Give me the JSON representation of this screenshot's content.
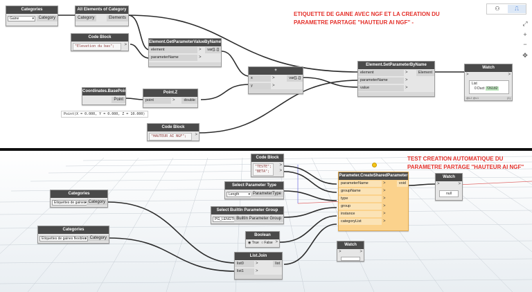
{
  "top": {
    "title_line1": "ETIQUETTE DE GAINE AVEC NGF ET LA CREATION DU",
    "title_line2": "PARAMETRE PARTAGE ''HAUTEUR AI NGF'' -",
    "nodes": {
      "categories": {
        "title": "Categories",
        "value": "Gaine",
        "out": "Category"
      },
      "all_elements": {
        "title": "All Elements of Category",
        "in": "Category",
        "out": "Elements"
      },
      "code_block_1": {
        "title": "Code Block",
        "code": "\"Elevation du bas\";"
      },
      "get_param": {
        "title": "Element.GetParameterValueByName",
        "in1": "element",
        "in2": "parameterName",
        "out": "var[]..[]"
      },
      "plus": {
        "title": "+",
        "in1": "x",
        "in2": "y",
        "out": "var[]..[]"
      },
      "set_param": {
        "title": "Element.SetParameterByName",
        "in1": "element",
        "in2": "parameterName",
        "in3": "value",
        "out": "Element"
      },
      "watch": {
        "title": "Watch",
        "list_label": "List",
        "index": "0",
        "item": "Duct",
        "id": "726182",
        "footer": "@L2 @L1",
        "count": "{1}"
      },
      "base_point": {
        "title": "Coordinates.BasePoint",
        "out": "Point"
      },
      "point_z": {
        "title": "Point.Z",
        "in": "point",
        "out": "double"
      },
      "code_block_2": {
        "title": "Code Block",
        "code": "\"HAUTEUR AI NGF\";"
      }
    },
    "preview": "Point(X = 0.000, Y = 0.000, Z = 10.000)",
    "mode_icons": [
      "graph-mode-icon",
      "geometry-mode-icon"
    ]
  },
  "bottom": {
    "title_line1": "TEST CREATION AUTOMATIQUE DU",
    "title_line2": "PARAMETRE PARTAGE ''HAUTEUR AI NGF''",
    "nodes": {
      "code_block": {
        "title": "Code Block",
        "line1": "\"TESTE\";",
        "line2": "\"BETA\";"
      },
      "select_param_type": {
        "title": "Select Parameter Type",
        "value": "Length",
        "out": "ParameterType"
      },
      "select_builtin": {
        "title": "Select BuiltIn Parameter Group",
        "value": "PG_LENGTH",
        "out": "BuiltIn Parameter Group"
      },
      "boolean": {
        "title": "Boolean",
        "true_label": "True",
        "false_label": "False"
      },
      "categories_1": {
        "title": "Categories",
        "value": "Etiquettes de gaines",
        "out": "Category"
      },
      "categories_2": {
        "title": "Categories",
        "value": "Etiquettes de gaines flexibles",
        "out": "Category"
      },
      "list_join": {
        "title": "List.Join",
        "in1": "list0",
        "in2": "list1",
        "out": "list"
      },
      "create_shared": {
        "title": "Parameter.CreateSharedParameter",
        "inputs": [
          "parameterName",
          "groupName",
          "type",
          "group",
          "instance",
          "categoryList"
        ],
        "out": "void"
      },
      "watch_1": {
        "title": "Watch",
        "value": "null"
      },
      "watch_2": {
        "title": "Watch"
      }
    }
  },
  "tools": [
    "fit-view-icon",
    "zoom-in-icon",
    "zoom-out-icon",
    "pan-icon"
  ],
  "colors": {
    "title_red": "#e4302a",
    "node_header": "#4a4a4a",
    "node_orange": "#fbd28c"
  }
}
